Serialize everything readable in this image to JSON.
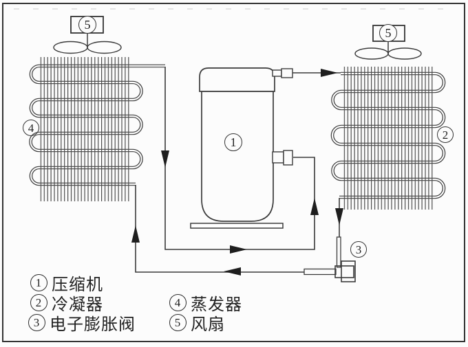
{
  "colors": {
    "line": "#3a3a3a",
    "arrow": "#1e1e1e",
    "background": "#fcfcfc",
    "text": "#222222"
  },
  "components": {
    "compressor": {
      "num": "1"
    },
    "condenser": {
      "num": "2"
    },
    "expansion_valve": {
      "num": "3"
    },
    "evaporator": {
      "num": "4"
    },
    "fan_left": {
      "num": "5"
    },
    "fan_right": {
      "num": "5"
    }
  },
  "legend": {
    "items": [
      {
        "num": "1",
        "label": "压缩机"
      },
      {
        "num": "2",
        "label": "冷凝器"
      },
      {
        "num": "3",
        "label": "电子膨胀阀"
      },
      {
        "num": "4",
        "label": "蒸发器"
      },
      {
        "num": "5",
        "label": "风扇"
      }
    ]
  }
}
